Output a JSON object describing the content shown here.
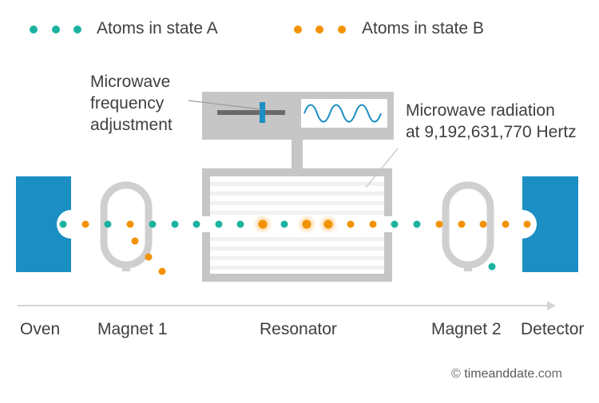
{
  "legend": {
    "state_a": "Atoms in state A",
    "state_b": "Atoms in state B"
  },
  "labels": {
    "adjust_line1": "Microwave",
    "adjust_line2": "frequency",
    "adjust_line3": "adjustment",
    "radiation_line1": "Microwave radiation",
    "radiation_line2": "at 9,192,631,770 Hertz",
    "oven": "Oven",
    "magnet1": "Magnet 1",
    "resonator": "Resonator",
    "magnet2": "Magnet 2",
    "detector": "Detector"
  },
  "watermark": {
    "copyright": "©",
    "site": "timeanddate",
    "tld": ".com"
  },
  "colors": {
    "state_a": "#1bb3a0",
    "state_b": "#f39200",
    "device_blue": "#1b8fc3",
    "gray": "#c6c6c6",
    "dark_gray": "#707070"
  }
}
